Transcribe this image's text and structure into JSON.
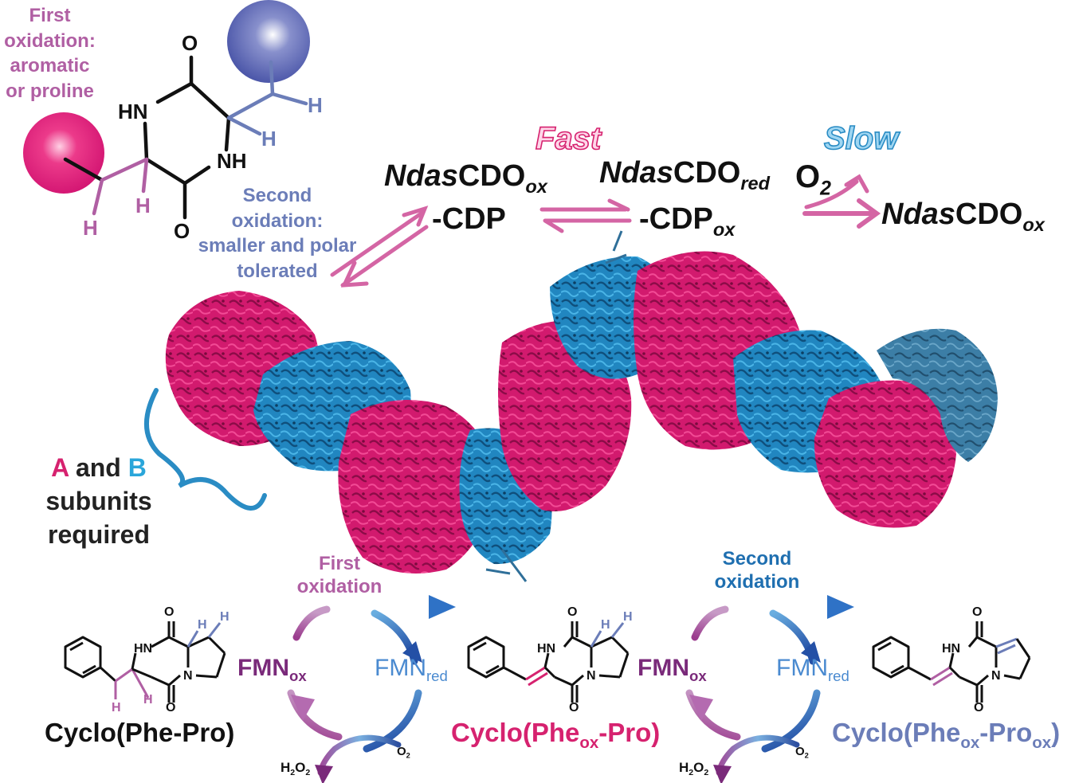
{
  "top": {
    "first_oxidation": [
      "First",
      "oxidation:",
      "aromatic",
      "or proline"
    ],
    "second_oxidation": [
      "Second",
      "oxidation:",
      "smaller and polar",
      "tolerated"
    ],
    "fast": "Fast",
    "slow": "Slow",
    "species1": {
      "italic": "Ndas",
      "main": "CDO",
      "sub": "ox",
      "line2": "-CDP"
    },
    "species2": {
      "italic": "Ndas",
      "main": "CDO",
      "sub": "red",
      "line2": "-CDP",
      "line2_sub": "ox"
    },
    "o2": {
      "main": "O",
      "sub": "2"
    },
    "species3": {
      "italic": "Ndas",
      "main": "CDO",
      "sub": "ox"
    }
  },
  "molecule_top": {
    "nh1": "HN",
    "nh2": "NH",
    "o_top": "O",
    "o_bottom": "O",
    "h": "H"
  },
  "subunits": {
    "a": "A",
    "and": " and ",
    "b": "B",
    "line2": "subunits",
    "line3": "required"
  },
  "bottom": {
    "first_oxidation": [
      "First",
      "oxidation"
    ],
    "second_oxidation": [
      "Second",
      "oxidation"
    ],
    "fmn_ox": {
      "main": "FMN",
      "sub": "ox"
    },
    "fmn_red": {
      "main": "FMN",
      "sub": "red"
    },
    "h2o2": {
      "a": "H",
      "s1": "2",
      "b": "O",
      "s2": "2"
    },
    "o2": {
      "main": "O",
      "sub": "2"
    },
    "cpd1": "Cyclo(Phe-Pro)",
    "cpd2": {
      "a": "Cyclo(Phe",
      "sub": "ox",
      "b": "-Pro)"
    },
    "cpd3": {
      "a": "Cyclo(Phe",
      "sub1": "ox",
      "b": "-Pro",
      "sub2": "ox",
      "c": ")"
    },
    "mol": {
      "hn": "HN",
      "n": "N",
      "o": "O",
      "h": "H"
    }
  },
  "colors": {
    "pink": "#d6226f",
    "blue": "#2a8cc4",
    "purple": "#7a2a7a",
    "mauve": "#b05fa3",
    "slate": "#6b7db8",
    "fmnblue": "#4a8ad0"
  }
}
